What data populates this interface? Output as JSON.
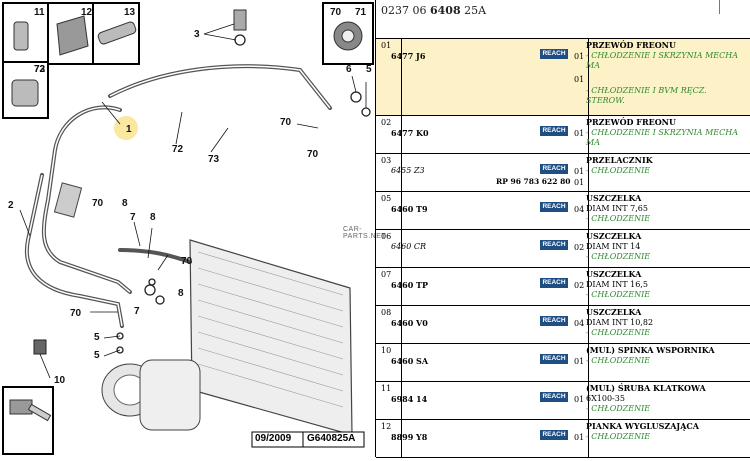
{
  "header": {
    "ref_prefix": "0237 06 ",
    "ref_bold": "6408",
    "ref_suffix": " 25A"
  },
  "diagram": {
    "stamp_date": "09/2009",
    "stamp_code": "G640825A",
    "watermark": "CAR-PARTS.NET",
    "labels": [
      "11",
      "12",
      "13",
      "70",
      "71",
      "72",
      "73",
      "3",
      "6",
      "5",
      "1",
      "70",
      "72",
      "73",
      "70",
      "2",
      "70",
      "8",
      "7",
      "8",
      "70",
      "7",
      "8",
      "70",
      "5",
      "5",
      "10"
    ]
  },
  "parts": [
    {
      "no": "01",
      "code": "6477 J6",
      "qty": "01",
      "qty2": "01",
      "title": "PRZEWÓD FREONU",
      "sub": [
        "- CHŁODZENIE I SKRZYNIA MECHA MA",
        "- CHŁODZENIE I BVM RĘCZ. STEROW."
      ],
      "plain": [],
      "note": ""
    },
    {
      "no": "02",
      "code": "6477 K0",
      "qty": "01",
      "qty2": "",
      "title": "PRZEWÓD FREONU",
      "sub": [
        "- CHŁODZENIE I SKRZYNIA MECHA MA"
      ],
      "plain": [],
      "note": ""
    },
    {
      "no": "03",
      "code": "6455 Z3",
      "qty": "01",
      "qty2": "01",
      "title": "PRZELACZNIK",
      "sub": [
        "- CHŁODZENIE"
      ],
      "plain": [],
      "note": "RP 96 783 622 80"
    },
    {
      "no": "05",
      "code": "6460 T9",
      "qty": "04",
      "qty2": "",
      "title": "USZCZELKA",
      "sub": [
        "- CHŁODZENIE"
      ],
      "plain": [
        "DIAM INT 7,65"
      ],
      "note": ""
    },
    {
      "no": "06",
      "code": "6460 CR",
      "qty": "02",
      "qty2": "",
      "title": "USZCZELKA",
      "sub": [
        "- CHŁODZENIE"
      ],
      "plain": [
        "DIAM INT 14"
      ],
      "note": ""
    },
    {
      "no": "07",
      "code": "6460 TP",
      "qty": "02",
      "qty2": "",
      "title": "USZCZELKA",
      "sub": [
        "- CHŁODZENIE"
      ],
      "plain": [
        "DIAM INT 16,5"
      ],
      "note": ""
    },
    {
      "no": "08",
      "code": "6460 V0",
      "qty": "04",
      "qty2": "",
      "title": "USZCZELKA",
      "sub": [
        "- CHŁODZENIE"
      ],
      "plain": [
        "DIAM INT 10,82"
      ],
      "note": ""
    },
    {
      "no": "10",
      "code": "6460 SA",
      "qty": "01",
      "qty2": "",
      "title": "(MUL) SPINKA WSPORNIKA",
      "sub": [
        "- CHŁODZENIE"
      ],
      "plain": [],
      "note": ""
    },
    {
      "no": "11",
      "code": "6984 14",
      "qty": "01",
      "qty2": "",
      "title": "(MUL) ŚRUBA KLATKOWA",
      "sub": [
        "- CHŁODZENIE"
      ],
      "plain": [
        "6X100-35"
      ],
      "note": ""
    },
    {
      "no": "12",
      "code": "8899 Y8",
      "qty": "01",
      "qty2": "",
      "title": "PIANKA WYGLUSZAJĄCA",
      "sub": [
        "- CHŁODZENIE"
      ],
      "plain": [],
      "note": ""
    }
  ],
  "reach_label": "REACH"
}
